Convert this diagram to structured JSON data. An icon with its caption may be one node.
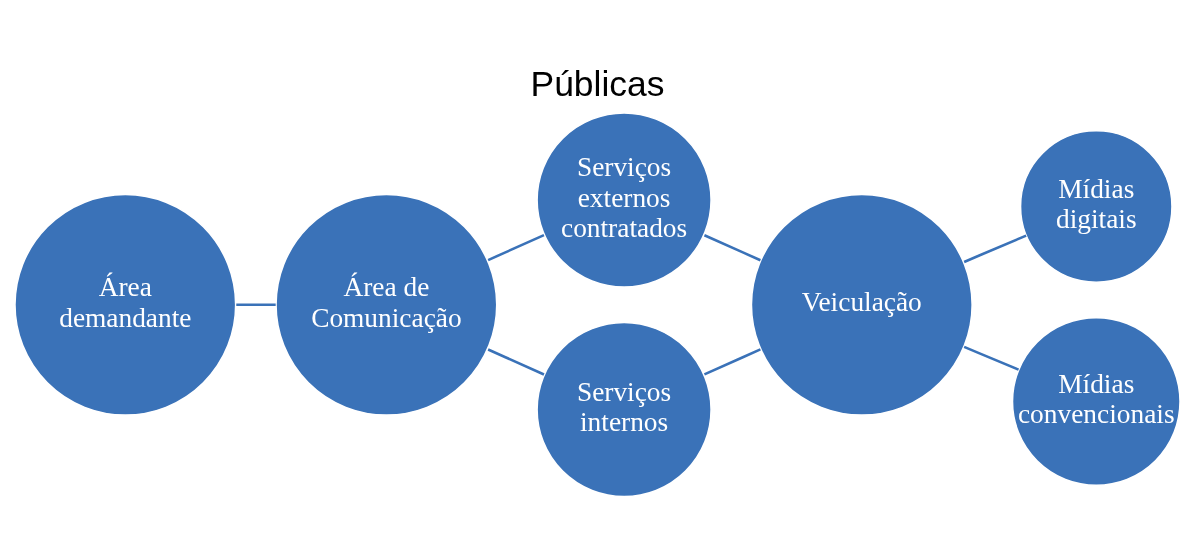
{
  "diagram": {
    "title": "Públicas",
    "nodes": [
      {
        "text": [
          "Área demandante"
        ]
      },
      {
        "text": [
          "Área de Comunicação"
        ]
      },
      {
        "text": [
          "Serviços externos contratados"
        ]
      },
      {
        "text": [
          "Serviços internos"
        ]
      },
      {
        "text": [
          "Veiculação"
        ]
      },
      {
        "text": [
          "Mídias digitais"
        ]
      },
      {
        "text": [
          "Mídias convencionais"
        ]
      }
    ],
    "edges": [
      {
        "from": 0,
        "to": 1,
        "arrow": "none"
      },
      {
        "from": 1,
        "to": 2,
        "arrow": "none"
      },
      {
        "from": 1,
        "to": 3,
        "arrow": "none"
      },
      {
        "from": 2,
        "to": 4,
        "arrow": "none"
      },
      {
        "from": 3,
        "to": 4,
        "arrow": "none"
      },
      {
        "from": 4,
        "to": 5,
        "arrow": "none"
      },
      {
        "from": 4,
        "to": 6,
        "arrow": "none"
      }
    ]
  }
}
